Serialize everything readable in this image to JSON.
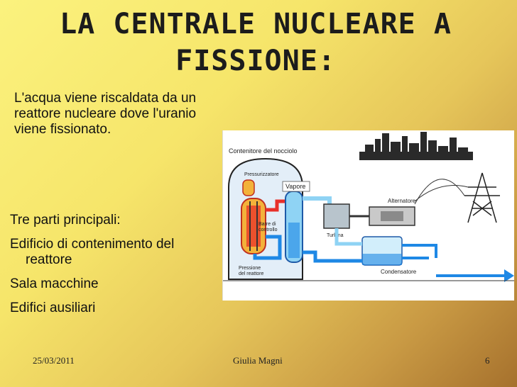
{
  "slide": {
    "title_line1": "LA CENTRALE NUCLEARE A",
    "title_line2": "FISSIONE:",
    "intro_text": "L'acqua viene riscaldata da un reattore nucleare dove l'uranio viene fissionato.",
    "list": [
      "Tre parti principali:",
      "Edificio di contenimento del reattore",
      "Sala macchine",
      "Edifici ausiliari"
    ]
  },
  "diagram": {
    "labels": {
      "containment": "Contenitore del nocciolo",
      "pressurizer": "Pressurizzatore",
      "steam": "Vapore",
      "rods_line1": "Barre di",
      "rods_line2": "controllo",
      "vessel_line1": "Pressione",
      "vessel_line2": "del reattore",
      "alternator": "Alternatore",
      "turbine": "Turbina",
      "condenser": "Condensatore"
    },
    "colors": {
      "hot_water": "#e8302a",
      "cool_water": "#1e88e5",
      "steam": "#8fd3f4",
      "building": "#e3eef8"
    }
  },
  "footer": {
    "date": "25/03/2011",
    "author": "Giulia Magni",
    "page": "6"
  }
}
